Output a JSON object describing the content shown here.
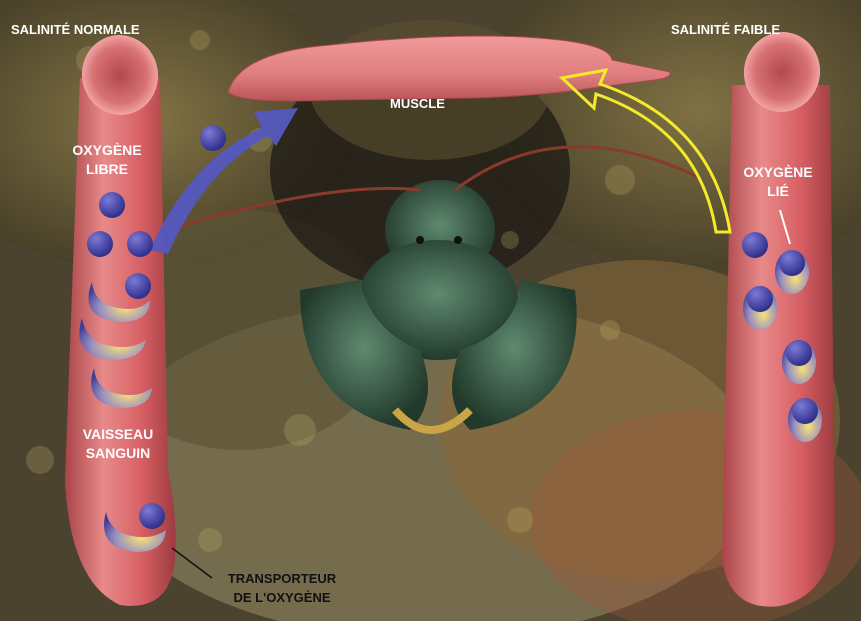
{
  "labels": {
    "normal_salinity": "SALINITÉ NORMALE",
    "low_salinity": "SALINITÉ FAIBLE",
    "muscle": "MUSCLE",
    "free_oxygen_1": "OXYGÈNE",
    "free_oxygen_2": "LIBRE",
    "bound_oxygen_1": "OXYGÈNE",
    "bound_oxygen_2": "LIÉ",
    "vessel_1": "VAISSEAU",
    "vessel_2": "SANGUIN",
    "carrier_1": "TRANSPORTEUR",
    "carrier_2": "DE L'OXYGÈNE"
  },
  "colors": {
    "vessel": "#d9686a",
    "muscle": "#e07f7f",
    "oxygen": "#4d4dab",
    "carrier": "#e8c866",
    "arrow_free": "#5558c0",
    "arrow_bound": "#f4ea2a",
    "label_text": "#ffffff",
    "callout_text": "#111111"
  },
  "icons": {
    "background": "lobster-photo",
    "free_oxygen": "oxygen-molecule-icon",
    "carrier": "crescent-carrier-icon"
  }
}
